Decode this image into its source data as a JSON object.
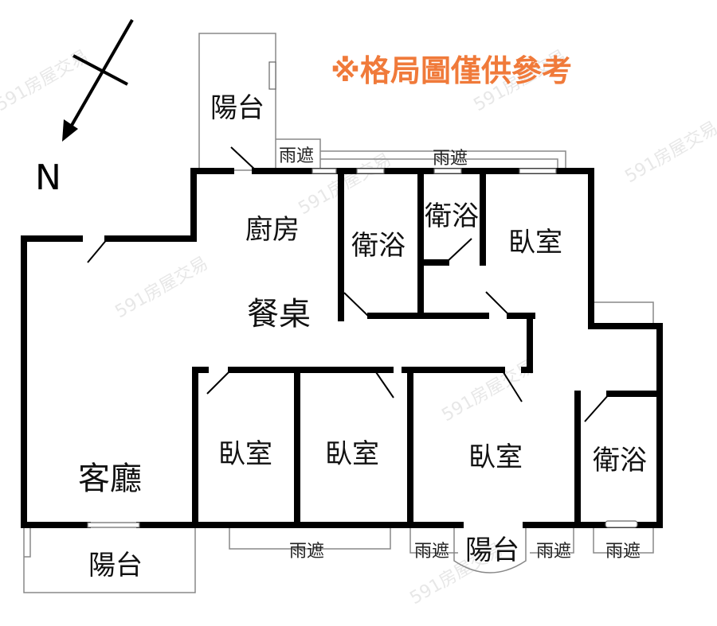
{
  "title": "※格局圖僅供參考",
  "compass": {
    "label": "N"
  },
  "rooms": {
    "kitchen": "廚房",
    "dining": "餐桌",
    "bath1": "衛浴",
    "bath2": "衛浴",
    "bedroom_top": "臥室",
    "living": "客廳",
    "bedroom1": "臥室",
    "bedroom2": "臥室",
    "bedroom3": "臥室",
    "bath3": "衛浴",
    "balcony_top": "陽台",
    "balcony_bottom_left": "陽台",
    "balcony_bottom_mid": "陽台"
  },
  "awnings": [
    "雨遮",
    "雨遮",
    "雨遮",
    "雨遮",
    "雨遮",
    "雨遮"
  ],
  "watermark": "591房屋交易",
  "colors": {
    "title": "#f07a3a",
    "wall": "#000000"
  }
}
